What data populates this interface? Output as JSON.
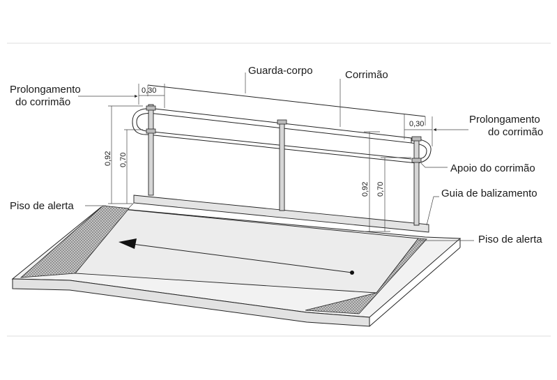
{
  "labels": {
    "guarda_corpo": "Guarda-corpo",
    "corrimao": "Corrimão",
    "prolongamento_left_1": "Prolongamento",
    "prolongamento_left_2": "do corrimão",
    "prolongamento_right_1": "Prolongamento",
    "prolongamento_right_2": "do corrimão",
    "apoio": "Apoio do corrimão",
    "guia": "Guia de balizamento",
    "piso_left": "Piso de alerta",
    "piso_right": "Piso de alerta"
  },
  "dimensions": {
    "ext_left": "0,30",
    "ext_right": "0,30",
    "h_top_left": "0,92",
    "h_low_left": "0,70",
    "h_top_right": "0,92",
    "h_low_right": "0,70"
  },
  "colors": {
    "line": "#222222",
    "tactile_fill": "#bdbdbd",
    "ramp_fill": "#ececec",
    "post_fill": "#d6d6d6",
    "slab_fill": "#f5f5f5"
  }
}
